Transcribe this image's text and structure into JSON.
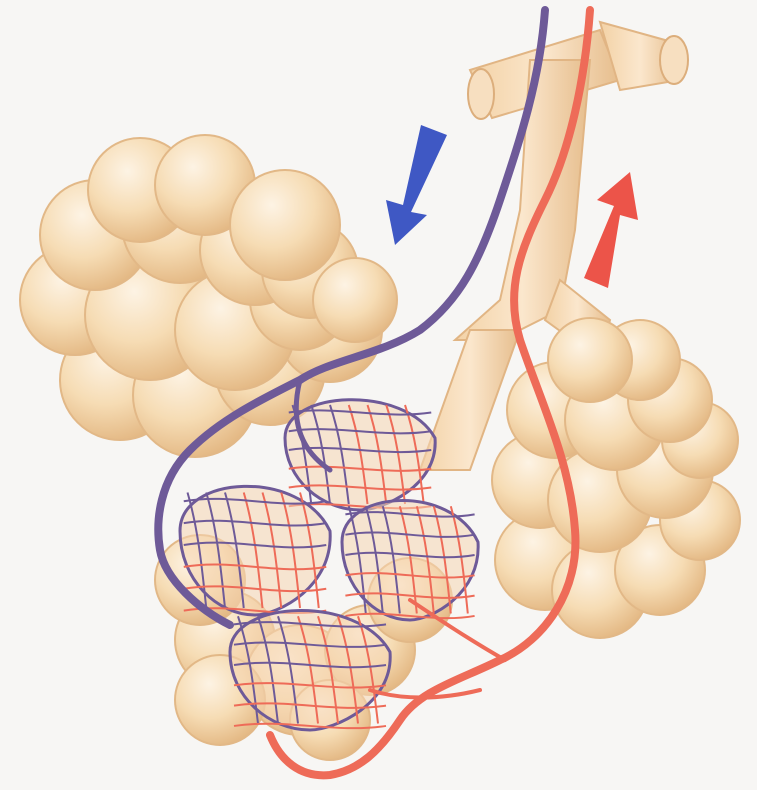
{
  "palette": {
    "background": "#f7f6f4",
    "alveolus_fill": "#f6dcb4",
    "alveolus_shadow": "#e7be8c",
    "alveolus_highlight": "#fcefdc",
    "deoxygenated_vessel": "#6e5a98",
    "oxygenated_vessel": "#ee6b58",
    "arrow_in": "#3f58c4",
    "arrow_out": "#ec5449"
  },
  "flow_arrows": [
    {
      "id": "blood-in",
      "color": "#3f58c4",
      "direction": "down-left"
    },
    {
      "id": "blood-out",
      "color": "#ec5449",
      "direction": "up-right"
    }
  ]
}
